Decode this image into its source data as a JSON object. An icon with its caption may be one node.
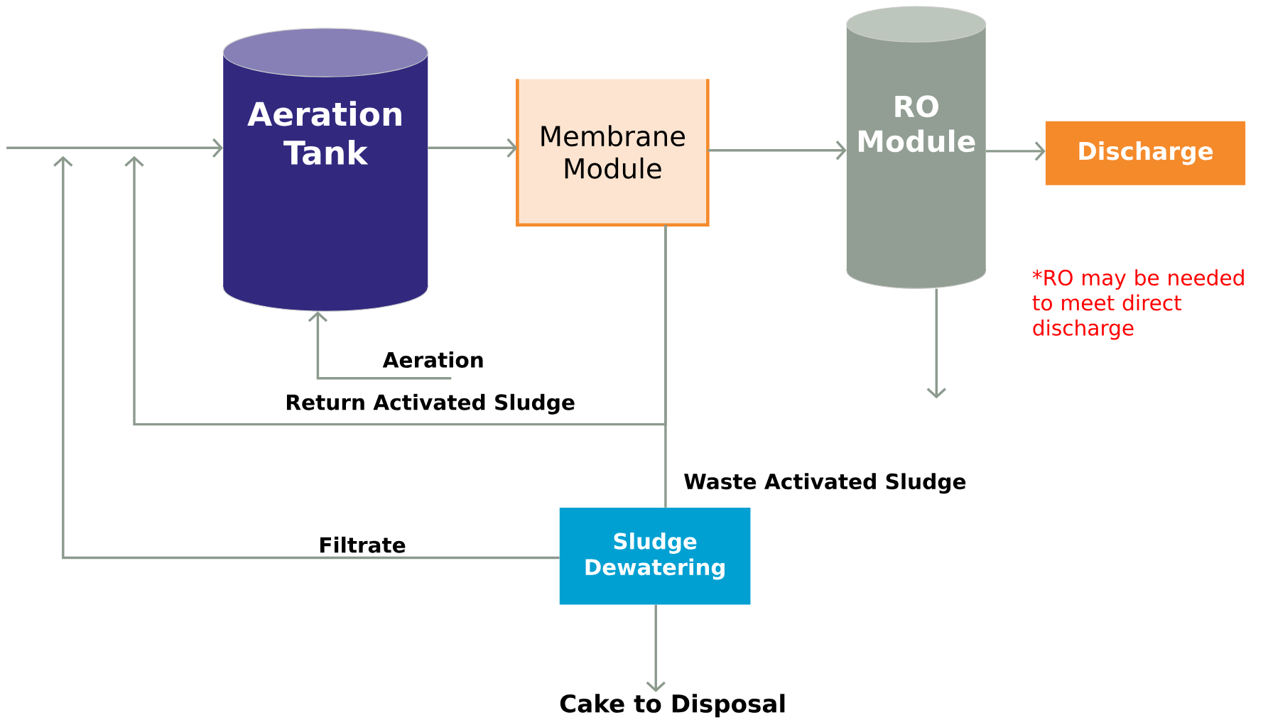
{
  "diagram": {
    "nodes": [
      {
        "text": [
          "Aeration Tank"
        ]
      },
      {
        "text": [
          "Membrane Module"
        ]
      },
      {
        "text": [
          "RO Module"
        ]
      },
      {
        "text": [
          "Discharge"
        ]
      },
      {
        "text": [
          "Sludge Dewatering"
        ]
      },
      {
        "text": [
          "Cake to Disposal"
        ]
      }
    ],
    "edges": [
      {
        "from": null,
        "to": 0,
        "arrow": "to"
      },
      {
        "from": 0,
        "to": 1,
        "arrow": "to"
      },
      {
        "from": 1,
        "to": 2,
        "arrow": "to"
      },
      {
        "from": 2,
        "to": 3,
        "arrow": "to"
      },
      {
        "from": 2,
        "to": null,
        "arrow": "to"
      },
      {
        "from": 1,
        "to": 4,
        "arrow": "none",
        "label": "Waste Activated Sludge"
      },
      {
        "from": 1,
        "to": null,
        "arrow": "to",
        "label": "Return Activated Sludge"
      },
      {
        "from": 4,
        "to": null,
        "arrow": "to",
        "label": "Filtrate"
      },
      {
        "from": null,
        "to": 0,
        "arrow": "to",
        "label": "Aeration"
      },
      {
        "from": 4,
        "to": 5,
        "arrow": "to"
      }
    ],
    "labels": [
      "*RO may be needed to meet direct discharge"
    ]
  }
}
